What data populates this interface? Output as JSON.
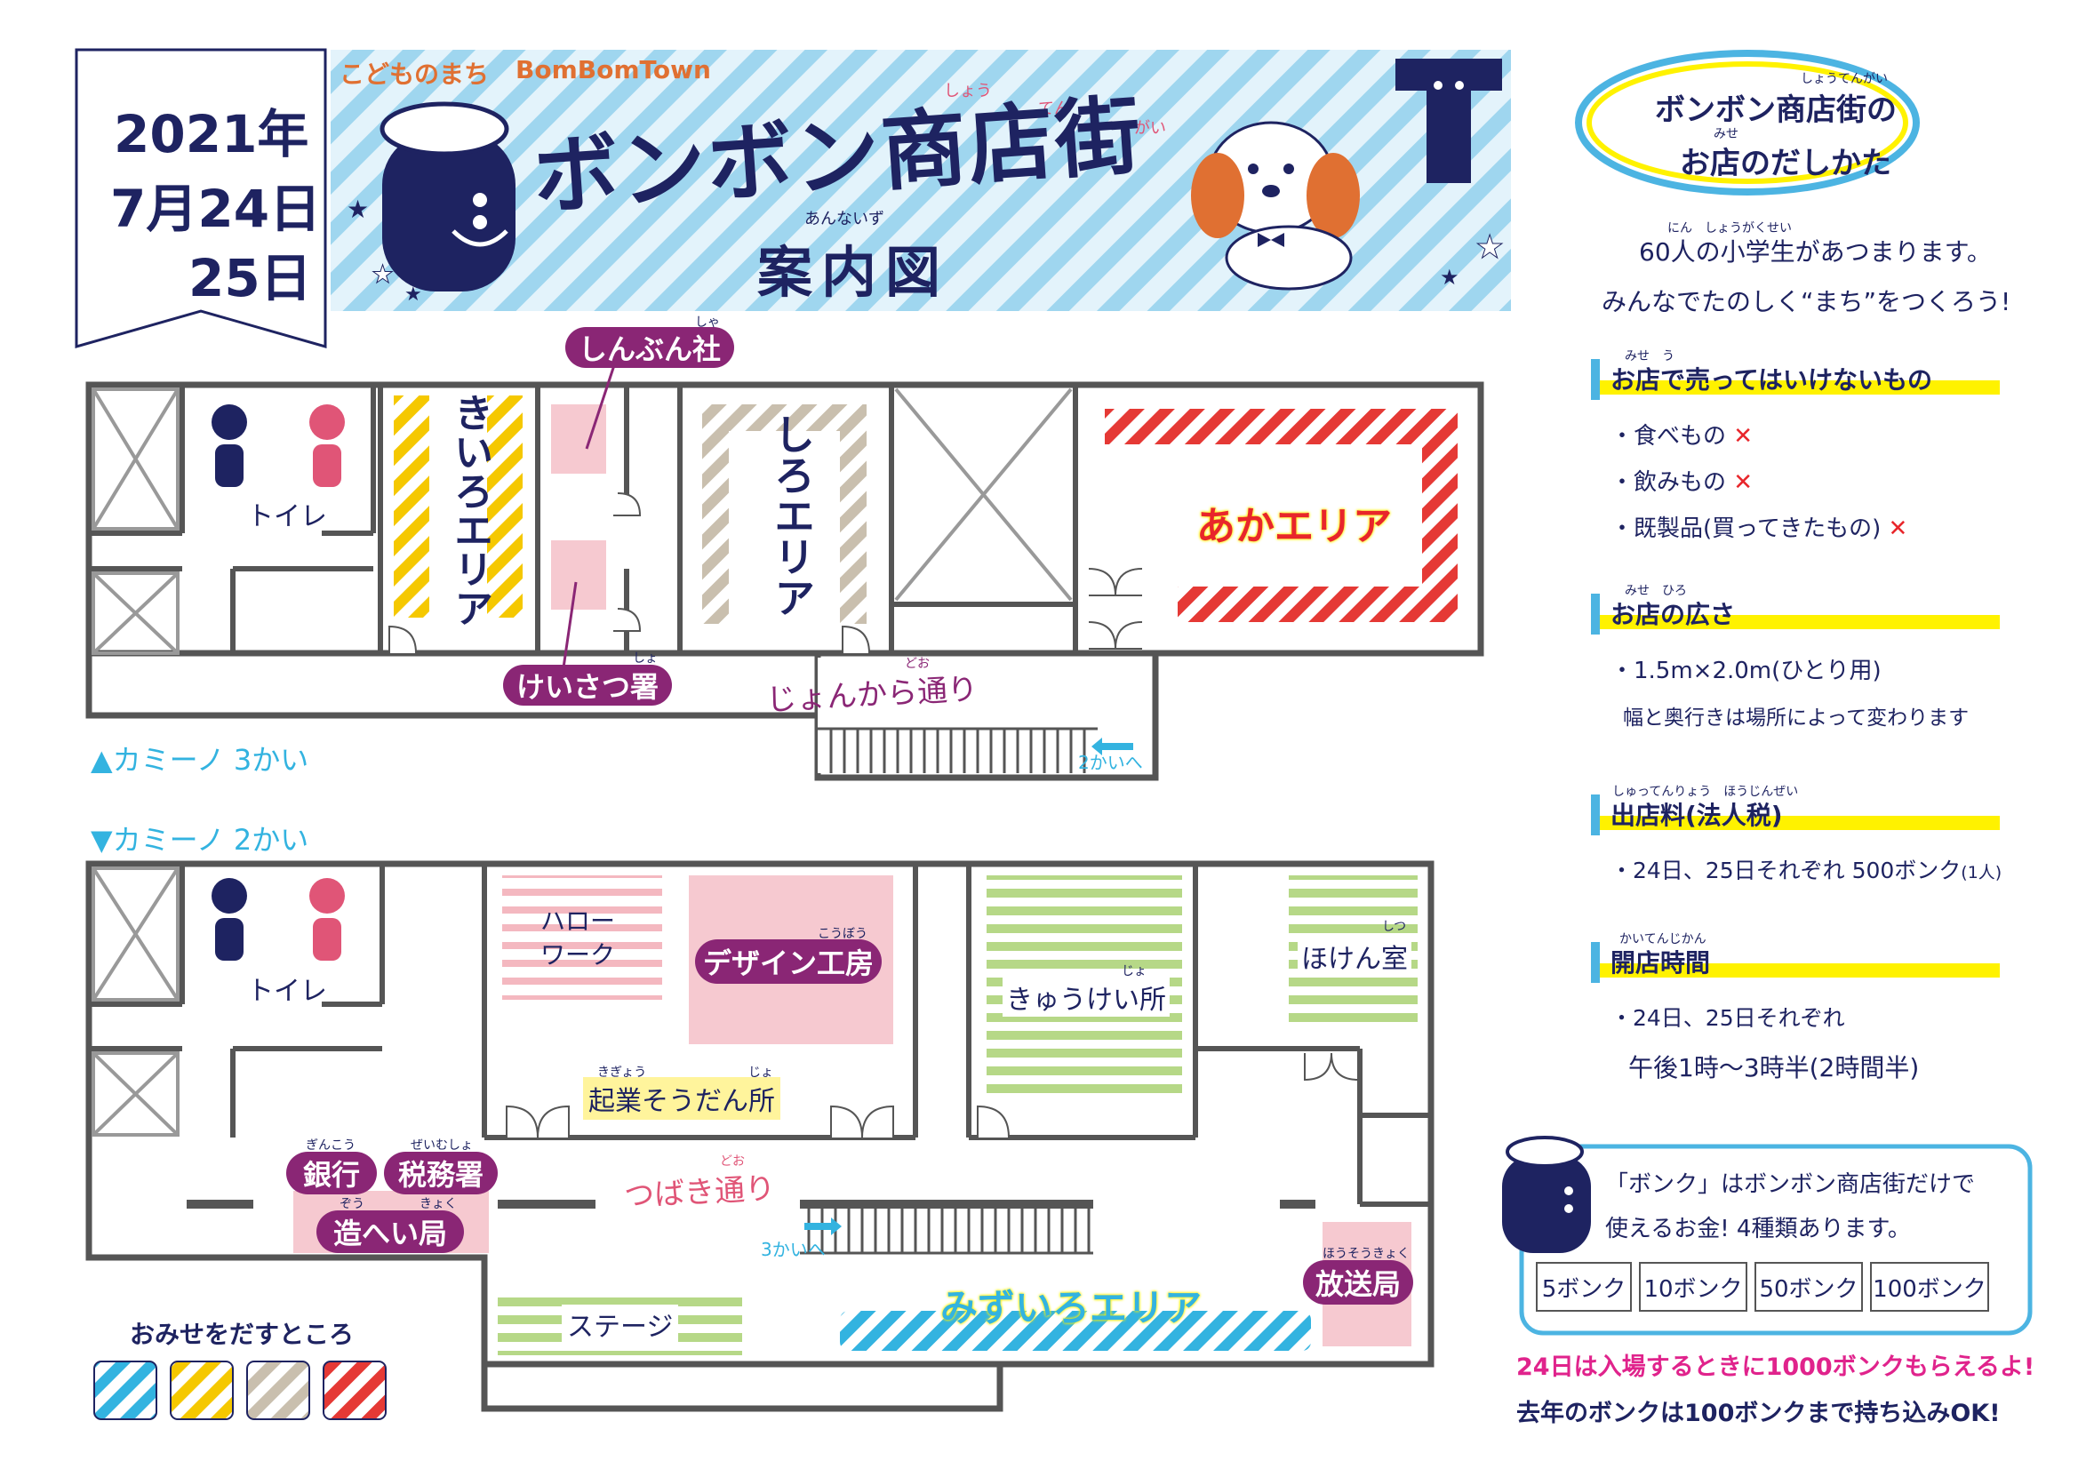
{
  "header": {
    "date_year": "2021年",
    "date_day1": "7月24日",
    "date_day2": "25日",
    "subtitle": "こどものまち",
    "brand": "BomBomTown",
    "title": "ボンボン商店街",
    "title_ruby_1": "しょう",
    "title_ruby_2": "てん",
    "title_ruby_3": "がい",
    "subtitle2_ruby": "あんないず",
    "subtitle2": "案内図"
  },
  "map": {
    "floor3_label": "▲カミーノ 3かい",
    "floor2_label": "▼カミーノ 2かい",
    "toilet_3f": "トイレ",
    "toilet_2f": "トイレ",
    "kiiro_area": "きいろエリア",
    "shiro_area": "しろエリア",
    "aka_area": "あかエリア",
    "mizuiro_area": "みずいろエリア",
    "shinbunsha": "しんぶん社",
    "shinbunsha_ruby": "しゃ",
    "keisatsusho": "けいさつ署",
    "keisatsusho_ruby": "しょ",
    "jonkara_street": "じょんから通り",
    "jonkara_ruby": "どお",
    "to_2f": "2かいへ",
    "to_3f": "3かいへ",
    "hellowork": "ハロー\nワーク",
    "design_kobo": "デザイン工房",
    "design_ruby": "こうぼう",
    "kyukeijo": "きゅうけい所",
    "kyukeijo_ruby": "じょ",
    "hokenshitsu": "ほけん室",
    "hokenshitsu_ruby": "しつ",
    "kigyo": "起業そうだん所",
    "kigyo_ruby_1": "きぎょう",
    "kigyo_ruby_2": "じょ",
    "ginko": "銀行",
    "ginko_ruby": "ぎんこう",
    "zeimusho": "税務署",
    "zeimusho_ruby": "ぜいむしょ",
    "zoheikyoku": "造へい局",
    "zoheikyoku_ruby_1": "ぞう",
    "zoheikyoku_ruby_2": "きょく",
    "tsubaki_street": "つばき通り",
    "tsubaki_ruby": "どお",
    "housoukyoku": "放送局",
    "housoukyoku_ruby": "ほうそうきょく",
    "stage": "ステージ"
  },
  "legend": {
    "title": "おみせをだすところ",
    "colors": [
      "#33b3e0",
      "#f5c800",
      "#c9bfae",
      "#e53935"
    ]
  },
  "guide": {
    "title_line1": "ボンボン商店街の",
    "title_line1_ruby": "しょうてんがい",
    "title_line2": "お店のだしかた",
    "title_line2_ruby": "みせ",
    "intro1": "60人の小学生があつまります。",
    "intro1_ruby": "にん　しょうがくせい",
    "intro2": "みんなでたのしく“まち”をつくろう!",
    "sec1_title": "お店で売ってはいけないもの",
    "sec1_ruby": "みせ　う",
    "sec1_items": [
      "・食べもの",
      "・飲みもの",
      "・既製品(買ってきたもの)"
    ],
    "sec1_mark": "✕",
    "sec2_title": "お店の広さ",
    "sec2_ruby": "みせ　ひろ",
    "sec2_line1": "・1.5m×2.0m(ひとり用)",
    "sec2_line2": "幅と奥行きは場所によって変わります",
    "sec3_title": "出店料(法人税)",
    "sec3_ruby": "しゅってんりょう　ほうじんぜい",
    "sec3_line1": "・24日、25日それぞれ 500ボンク",
    "sec3_line1_small": "(1人)",
    "sec4_title": "開店時間",
    "sec4_ruby": "かいてんじかん",
    "sec4_line1": "・24日、25日それぞれ",
    "sec4_line2": "午後1時〜3時半(2時間半)"
  },
  "bonk_box": {
    "text1": "「ボンク」はボンボン商店街だけで",
    "text2": "使えるお金! 4種類あります。",
    "denominations": [
      "5ボンク",
      "10ボンク",
      "50ボンク",
      "100ボンク"
    ]
  },
  "footer": {
    "line1": "24日は入場するときに1000ボンクもらえるよ!",
    "line2": "去年のボンクは100ボンクまで持ち込みOK!"
  }
}
